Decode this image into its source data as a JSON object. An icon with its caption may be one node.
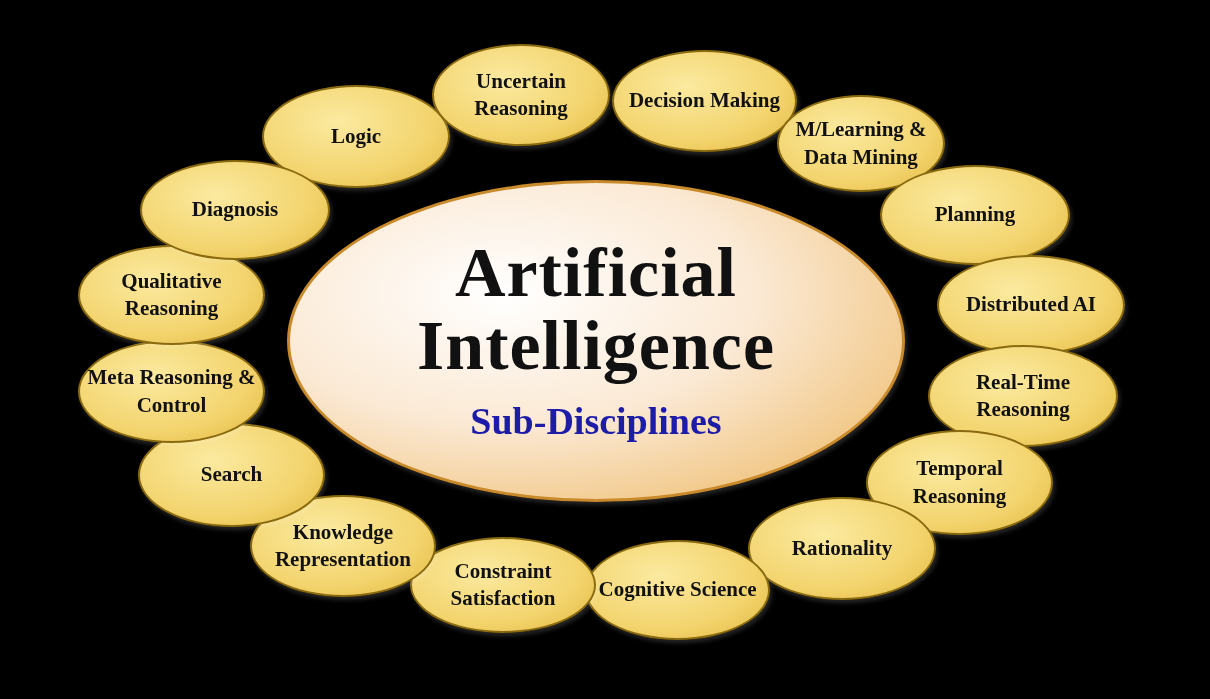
{
  "diagram": {
    "nodes": [
      {
        "text": [
          "Artificial Intelligence",
          "Sub-Disciplines"
        ]
      },
      {
        "text": [
          "Logic"
        ]
      },
      {
        "text": [
          "Uncertain Reasoning"
        ]
      },
      {
        "text": [
          "Decision Making"
        ]
      },
      {
        "text": [
          "M/Learning & Data Mining"
        ]
      },
      {
        "text": [
          "Planning"
        ]
      },
      {
        "text": [
          "Distributed AI"
        ]
      },
      {
        "text": [
          "Real-Time Reasoning"
        ]
      },
      {
        "text": [
          "Temporal Reasoning"
        ]
      },
      {
        "text": [
          "Rationality"
        ]
      },
      {
        "text": [
          "Cognitive Science"
        ]
      },
      {
        "text": [
          "Constraint Satisfaction"
        ]
      },
      {
        "text": [
          "Knowledge Representation"
        ]
      },
      {
        "text": [
          "Search"
        ]
      },
      {
        "text": [
          "Meta Reasoning & Control"
        ]
      },
      {
        "text": [
          "Qualitative Reasoning"
        ]
      },
      {
        "text": [
          "Diagnosis"
        ]
      }
    ]
  }
}
